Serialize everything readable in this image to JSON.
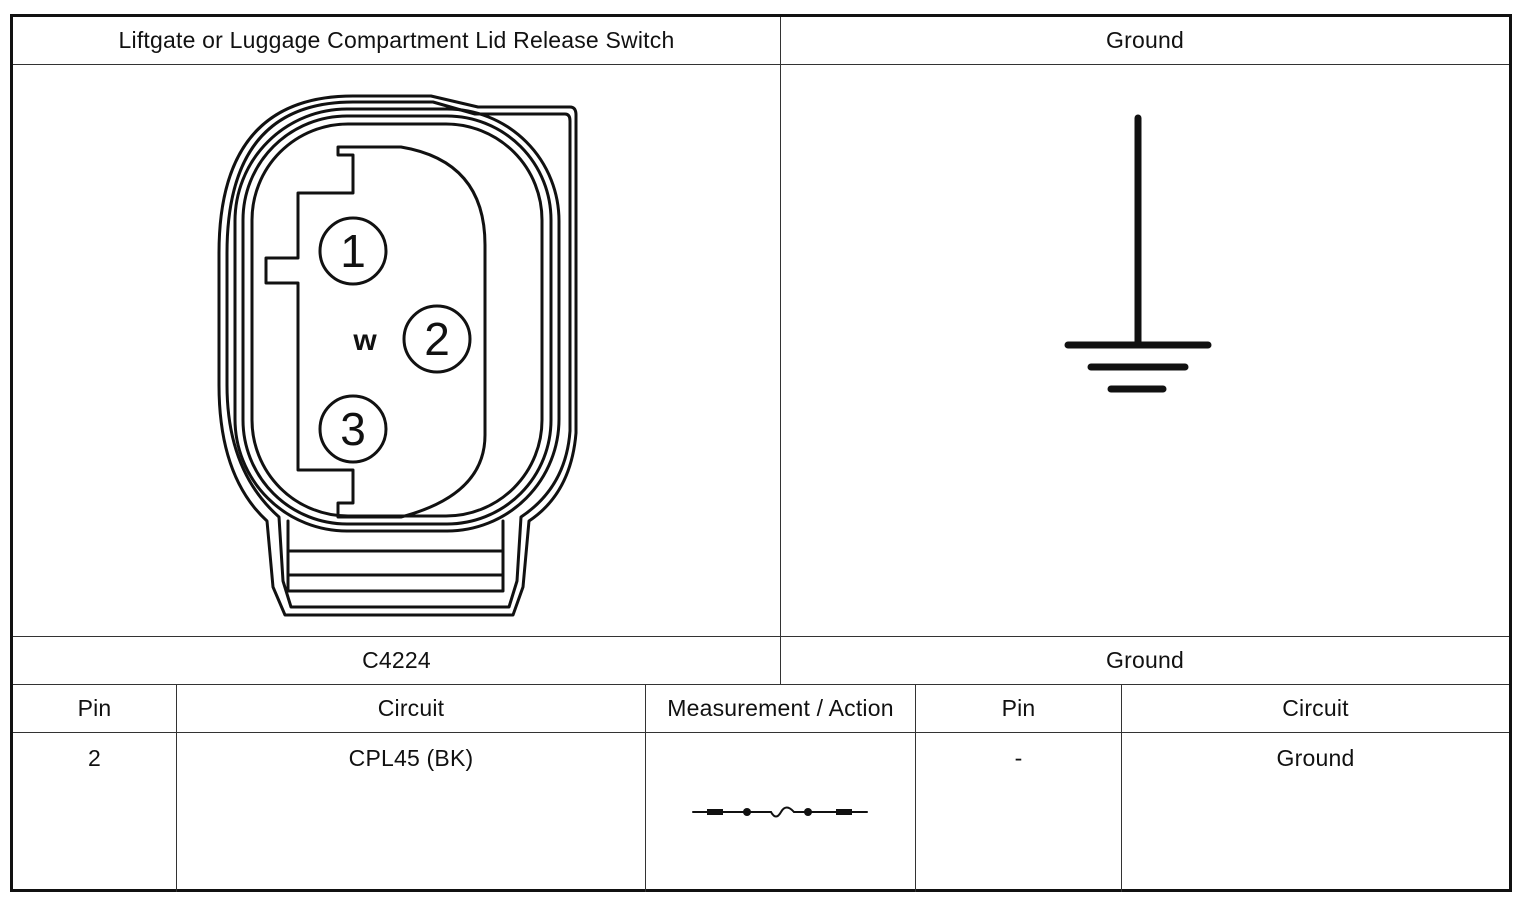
{
  "connector_panel": {
    "title": "Liftgate or Luggage Compartment Lid Release Switch",
    "connector_id": "C4224",
    "pin_labels": [
      "1",
      "2",
      "3"
    ],
    "marking": "w"
  },
  "ground_panel": {
    "title": "Ground",
    "label": "Ground"
  },
  "table": {
    "headers": [
      "Pin",
      "Circuit",
      "Measurement / Action",
      "Pin",
      "Circuit"
    ],
    "rows": [
      {
        "pin_a": "2",
        "circuit_a": "CPL45 (BK)",
        "pin_b": "-",
        "circuit_b": "Ground"
      }
    ]
  },
  "colors": {
    "line": "#111111",
    "background": "#ffffff"
  }
}
